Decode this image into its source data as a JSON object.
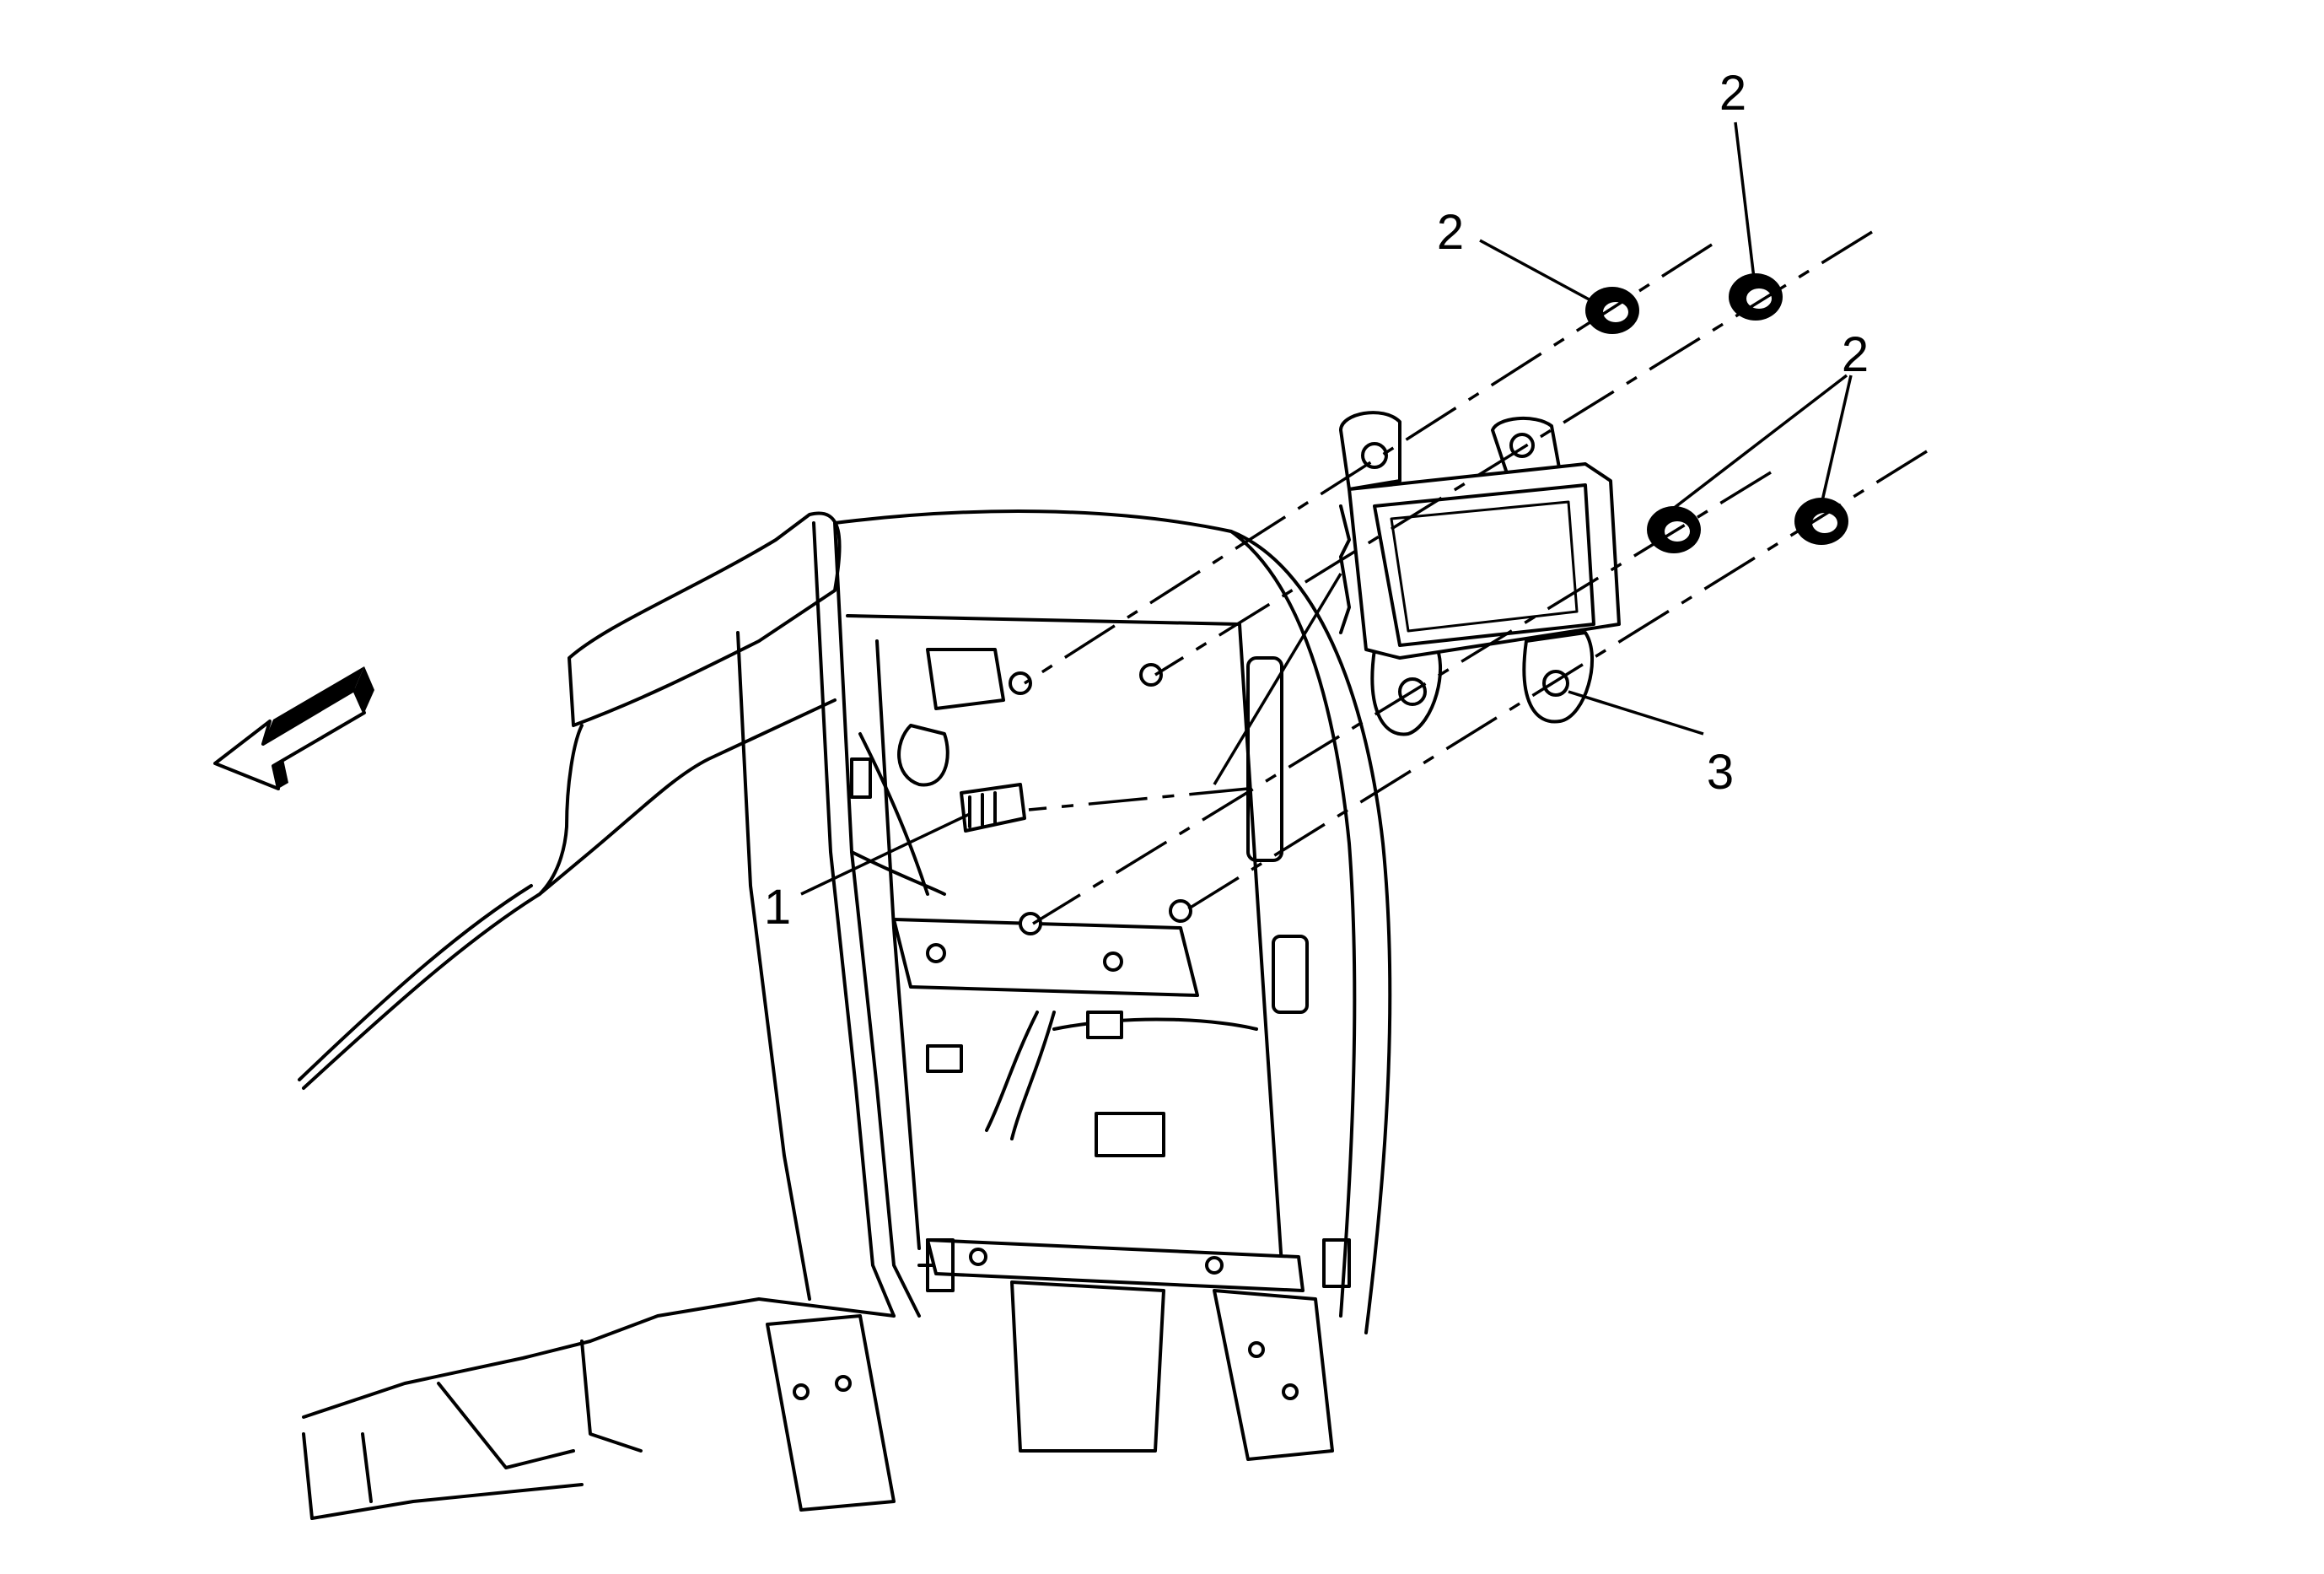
{
  "callouts": [
    {
      "id": "c1",
      "label": "1"
    },
    {
      "id": "c2a",
      "label": "2"
    },
    {
      "id": "c2b",
      "label": "2"
    },
    {
      "id": "c2c",
      "label": "2"
    },
    {
      "id": "c3",
      "label": "3"
    }
  ],
  "icons": {
    "direction_arrow": "forward-arrow-icon"
  }
}
